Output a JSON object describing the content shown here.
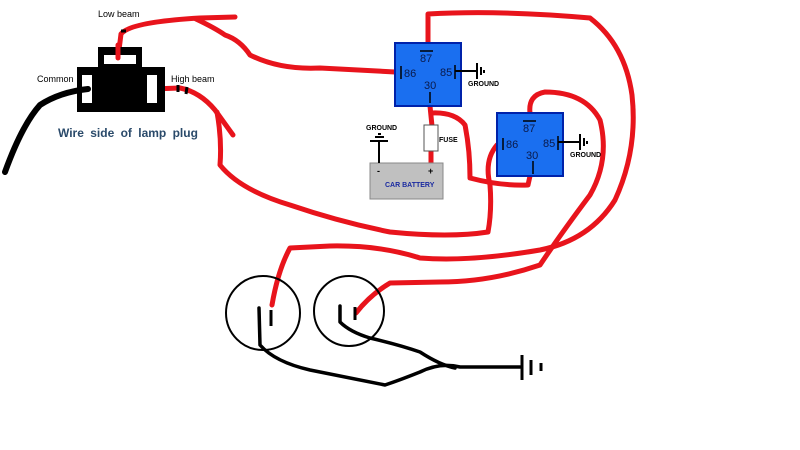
{
  "plug": {
    "low_beam": "Low beam",
    "common": "Common",
    "high_beam": "High beam",
    "caption": "Wire side of lamp plug"
  },
  "relay1": {
    "pin87": "87",
    "pin86": "86",
    "pin85": "85",
    "pin30": "30",
    "ground": "GROUND"
  },
  "relay2": {
    "pin87": "87",
    "pin86": "86",
    "pin85": "85",
    "pin30": "30",
    "ground": "GROUND"
  },
  "battery": {
    "label": "CAR BATTERY",
    "neg": "-",
    "pos": "+",
    "ground": "GROUND"
  },
  "fuse": {
    "label": "FUSE"
  },
  "colors": {
    "wire_hot": "#e8141c",
    "wire_ground": "#000000",
    "relay": "#1a6ff0",
    "battery": "#c0c0c0",
    "caption": "#2a4a6a"
  }
}
